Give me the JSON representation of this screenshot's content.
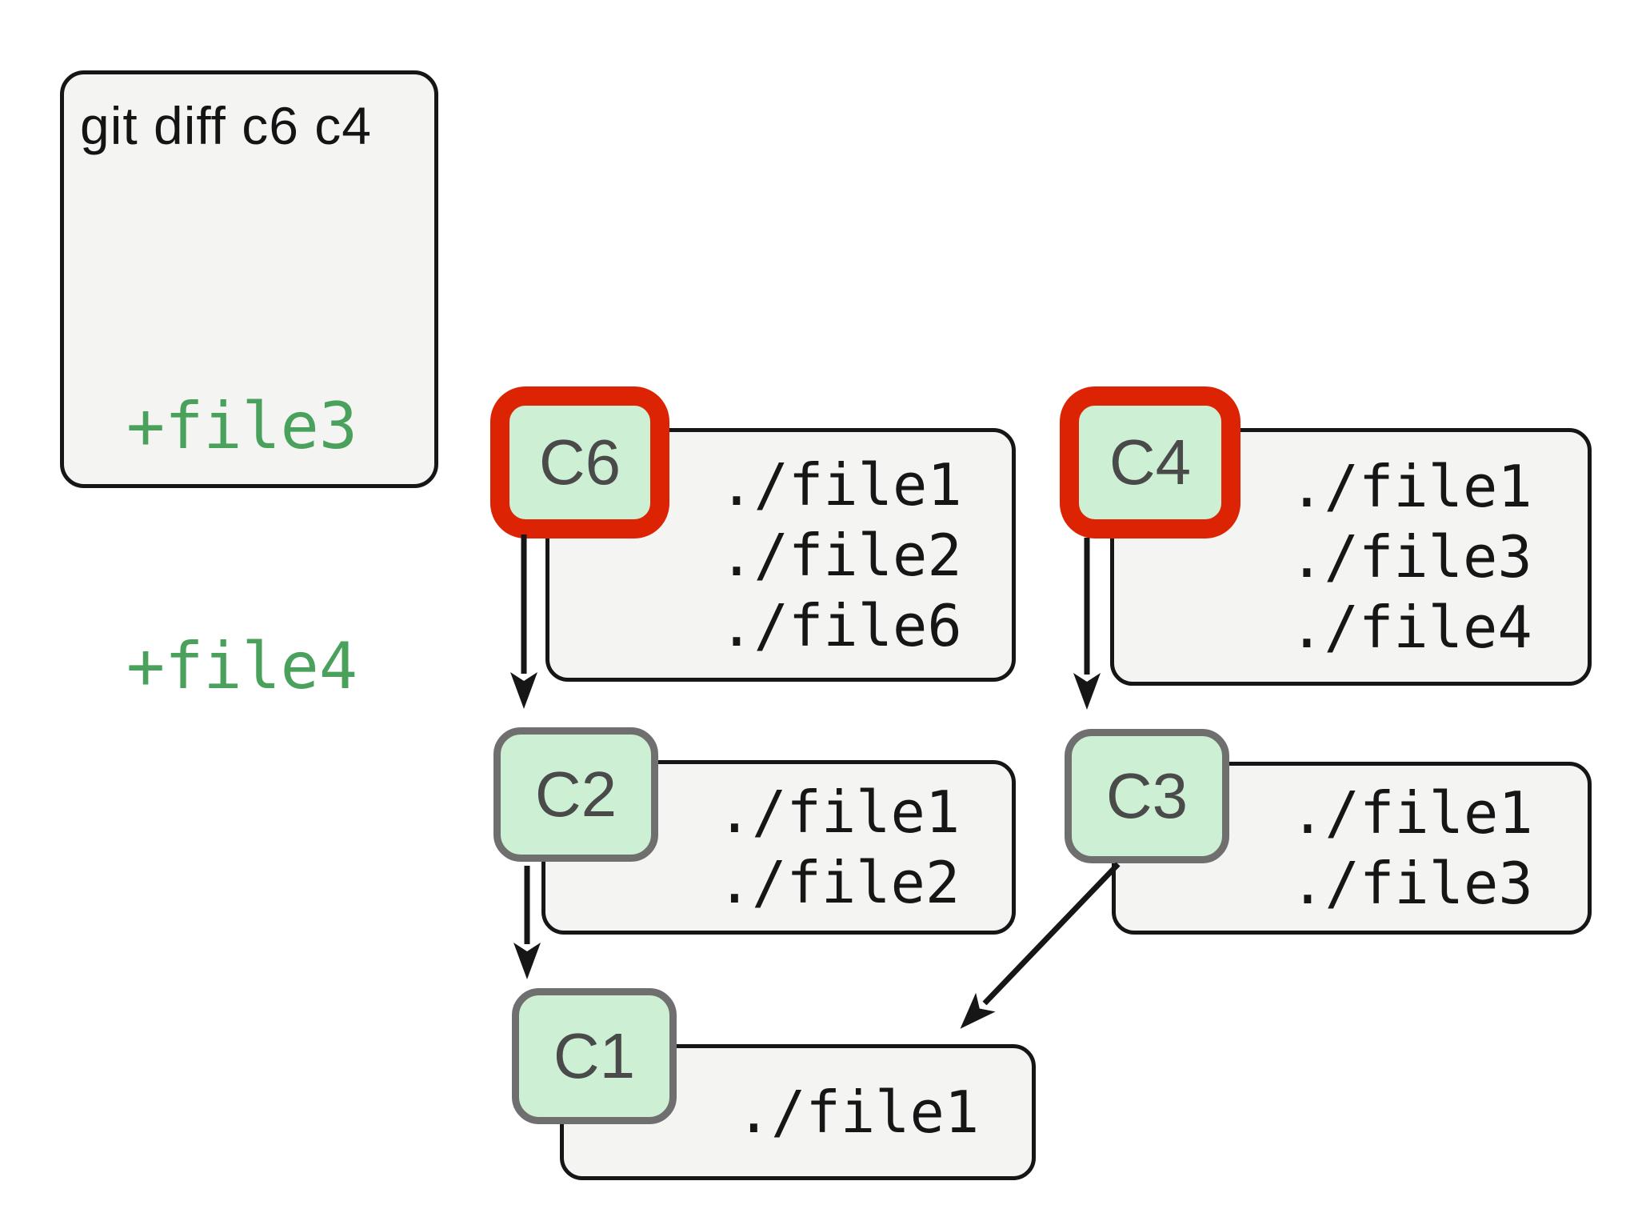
{
  "colors": {
    "background": "#ffffff",
    "box_bg": "#f4f4f3",
    "box_border": "#161616",
    "node_fill": "#cdf0d4",
    "node_border_highlight": "#dc2405",
    "node_border_normal": "#6f6f6f",
    "node_text": "#4a4a4a",
    "file_text": "#161616",
    "diff_green": "#4aa15c",
    "arrow": "#161616"
  },
  "command_box": {
    "command": "git diff c6 c4",
    "output_lines": [
      "+file3",
      "+file4"
    ]
  },
  "commits": [
    {
      "id": "C6",
      "label": "C6",
      "highlighted": true,
      "files": [
        "./file1",
        "./file2",
        "./file6"
      ]
    },
    {
      "id": "C4",
      "label": "C4",
      "highlighted": true,
      "files": [
        "./file1",
        "./file3",
        "./file4"
      ]
    },
    {
      "id": "C2",
      "label": "C2",
      "highlighted": false,
      "files": [
        "./file1",
        "./file2"
      ]
    },
    {
      "id": "C3",
      "label": "C3",
      "highlighted": false,
      "files": [
        "./file1",
        "./file3"
      ]
    },
    {
      "id": "C1",
      "label": "C1",
      "highlighted": false,
      "files": [
        "./file1"
      ]
    }
  ],
  "edges": [
    {
      "from": "C6",
      "to": "C2"
    },
    {
      "from": "C4",
      "to": "C3"
    },
    {
      "from": "C2",
      "to": "C1"
    },
    {
      "from": "C3",
      "to": "C1"
    }
  ]
}
